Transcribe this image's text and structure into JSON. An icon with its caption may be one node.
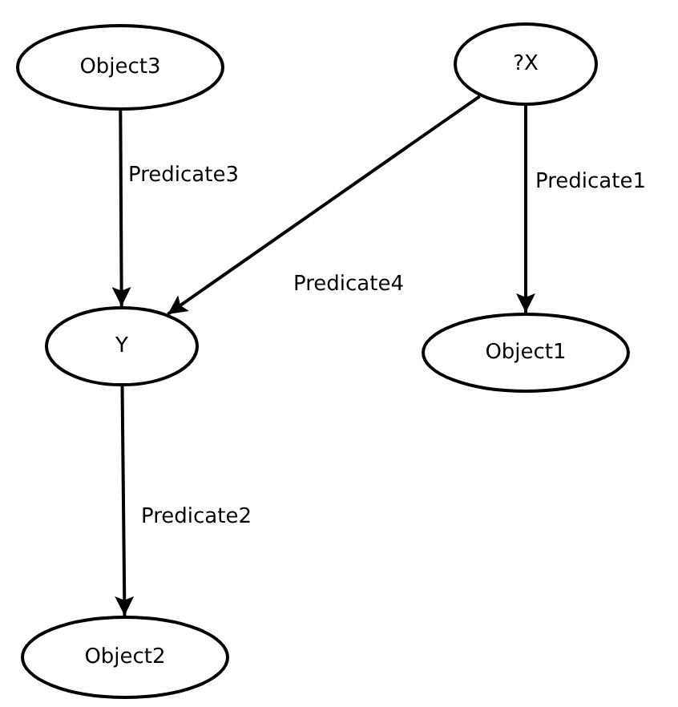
{
  "diagram": {
    "nodes": [
      {
        "text": [
          "Object3"
        ]
      },
      {
        "text": [
          "?X"
        ]
      },
      {
        "text": [
          "Y"
        ]
      },
      {
        "text": [
          "Object1"
        ]
      },
      {
        "text": [
          "Object2"
        ]
      }
    ],
    "edges": [
      {
        "from": 0,
        "to": 2,
        "arrow": "to",
        "label": "Predicate3"
      },
      {
        "from": 1,
        "to": 3,
        "arrow": "to",
        "label": "Predicate1"
      },
      {
        "from": 1,
        "to": 2,
        "arrow": "to",
        "label": "Predicate4"
      },
      {
        "from": 2,
        "to": 4,
        "arrow": "to",
        "label": "Predicate2"
      }
    ]
  }
}
